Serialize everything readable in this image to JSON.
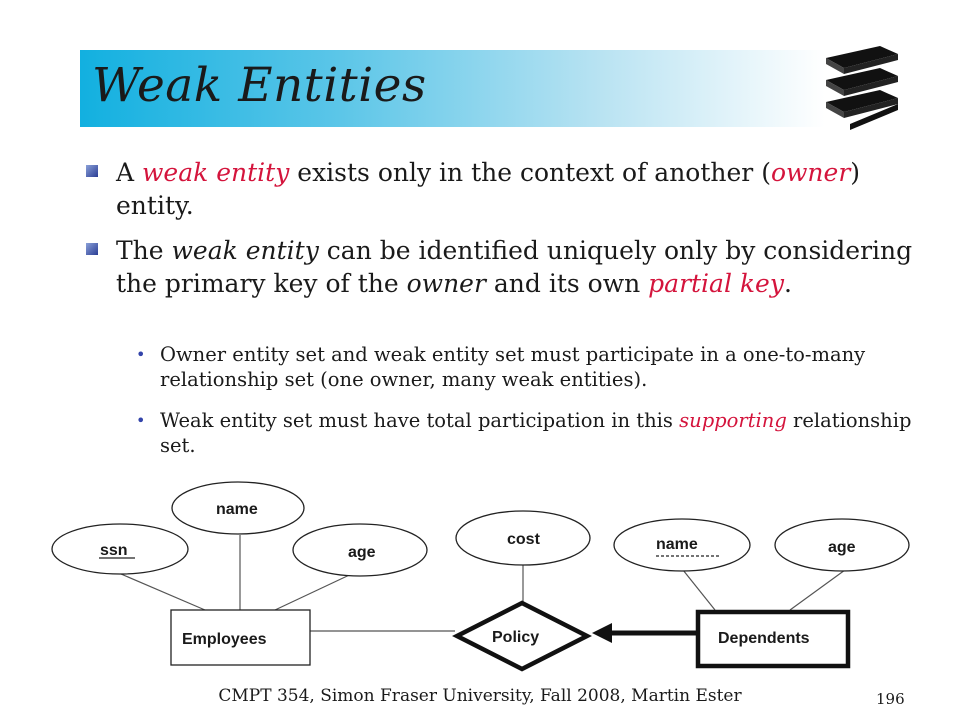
{
  "slide": {
    "title": "Weak Entities",
    "bullets": [
      {
        "segments": [
          {
            "t": "A ",
            "s": "normal"
          },
          {
            "t": "weak entity",
            "s": "red"
          },
          {
            "t": " exists only in the context of another (",
            "s": "normal"
          },
          {
            "t": "owner",
            "s": "red"
          },
          {
            "t": ") entity.",
            "s": "normal"
          }
        ]
      },
      {
        "segments": [
          {
            "t": "The ",
            "s": "normal"
          },
          {
            "t": "weak entity",
            "s": "italic"
          },
          {
            "t": " can be identified uniquely only by considering the primary key of the ",
            "s": "normal"
          },
          {
            "t": "owner",
            "s": "italic"
          },
          {
            "t": " and its own ",
            "s": "normal"
          },
          {
            "t": "partial key",
            "s": "red"
          },
          {
            "t": ".",
            "s": "normal"
          }
        ]
      }
    ],
    "subbullets": [
      {
        "segments": [
          {
            "t": "Owner entity set and weak entity set must participate in a one-to-many relationship set (one owner, many weak entities).",
            "s": "normal"
          }
        ]
      },
      {
        "segments": [
          {
            "t": "Weak entity set must have total participation in this ",
            "s": "normal"
          },
          {
            "t": "supporting",
            "s": "red"
          },
          {
            "t": " relationship set.",
            "s": "normal"
          }
        ]
      }
    ],
    "footer": "CMPT 354, Simon Fraser University, Fall 2008, Martin Ester",
    "page_number": "196"
  },
  "diagram": {
    "employees": {
      "label": "Employees",
      "attributes": {
        "ssn": "ssn",
        "name": "name",
        "age": "age"
      }
    },
    "policy": {
      "label": "Policy",
      "attribute": "cost"
    },
    "dependents": {
      "label": "Dependents",
      "attributes": {
        "name": "name",
        "age": "age"
      }
    }
  }
}
